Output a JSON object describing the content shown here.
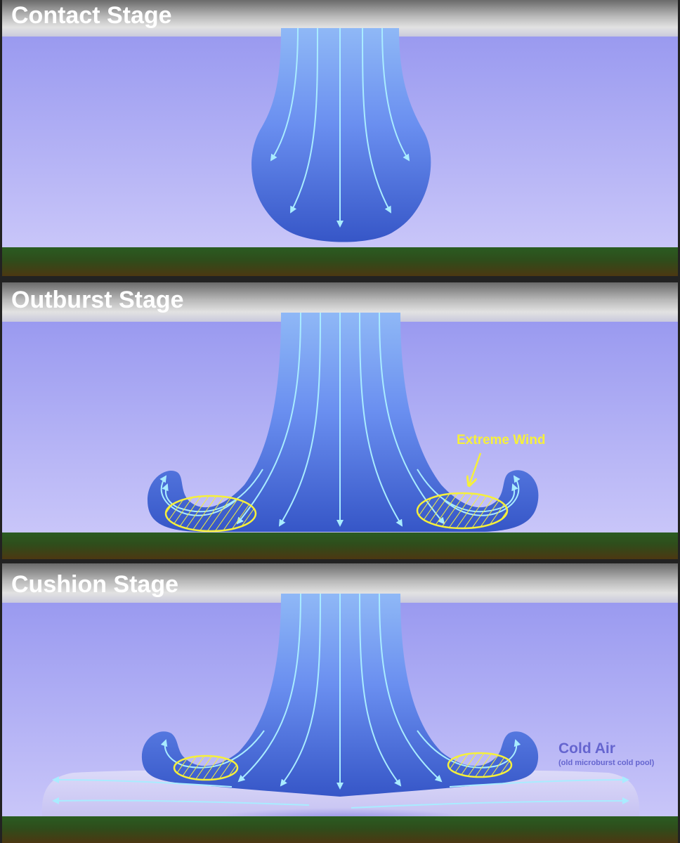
{
  "panels": [
    {
      "title": "Contact Stage"
    },
    {
      "title": "Outburst Stage"
    },
    {
      "title": "Cushion Stage"
    }
  ],
  "annotations": {
    "extreme_wind": "Extreme Wind",
    "cold_air": "Cold Air",
    "cold_air_note": "(old microburst cold pool)"
  },
  "colors": {
    "title_text": "#ffffff",
    "sky_top": "#9f9ff2",
    "sky_bottom": "#c8c4f8",
    "downdraft_top": "#86b3f5",
    "downdraft_bottom": "#3a5ccb",
    "arrow": "#a9ecff",
    "extreme_wind": "#f6f03a",
    "cold_air_label": "#6565cf",
    "ground_top": "#2b5a22",
    "ground_bottom": "#4a3a12"
  }
}
